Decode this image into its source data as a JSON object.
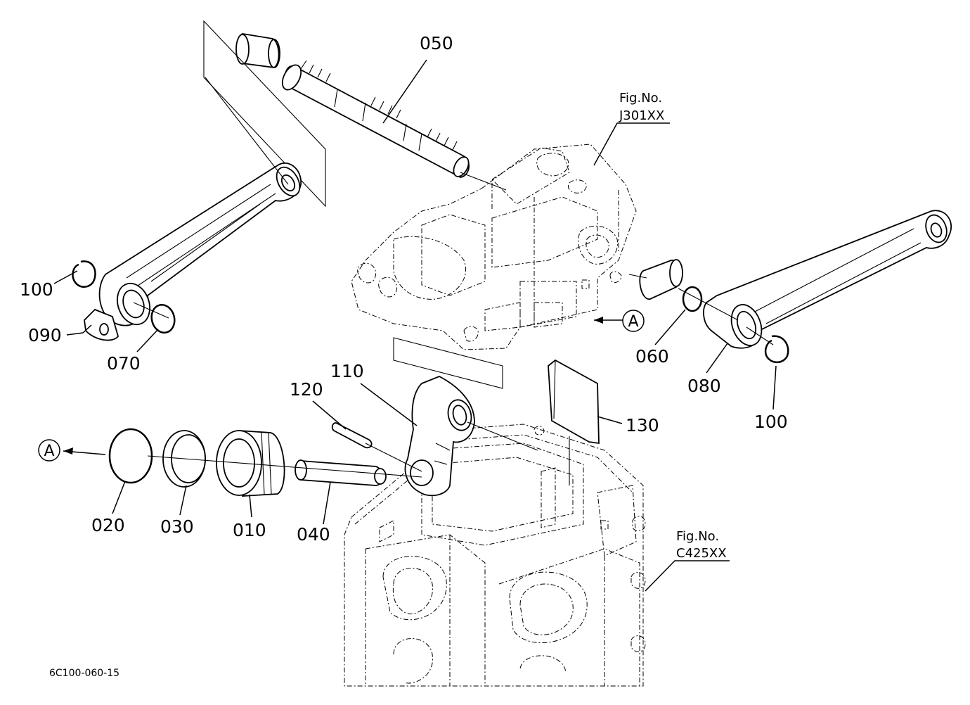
{
  "labels": {
    "p050": "050",
    "p100_left": "100",
    "p090": "090",
    "p070": "070",
    "p060": "060",
    "p080": "080",
    "p100_right": "100",
    "p110": "110",
    "p120": "120",
    "p130": "130",
    "p020": "020",
    "p030": "030",
    "p010": "010",
    "p040": "040"
  },
  "figure_refs": {
    "upper_caption": "Fig.No.",
    "upper_code": "J301XX",
    "lower_caption": "Fig.No.",
    "lower_code": "C425XX"
  },
  "callouts": {
    "a_right": "A",
    "a_left": "A"
  },
  "drawing_code": "6C100-060-15"
}
